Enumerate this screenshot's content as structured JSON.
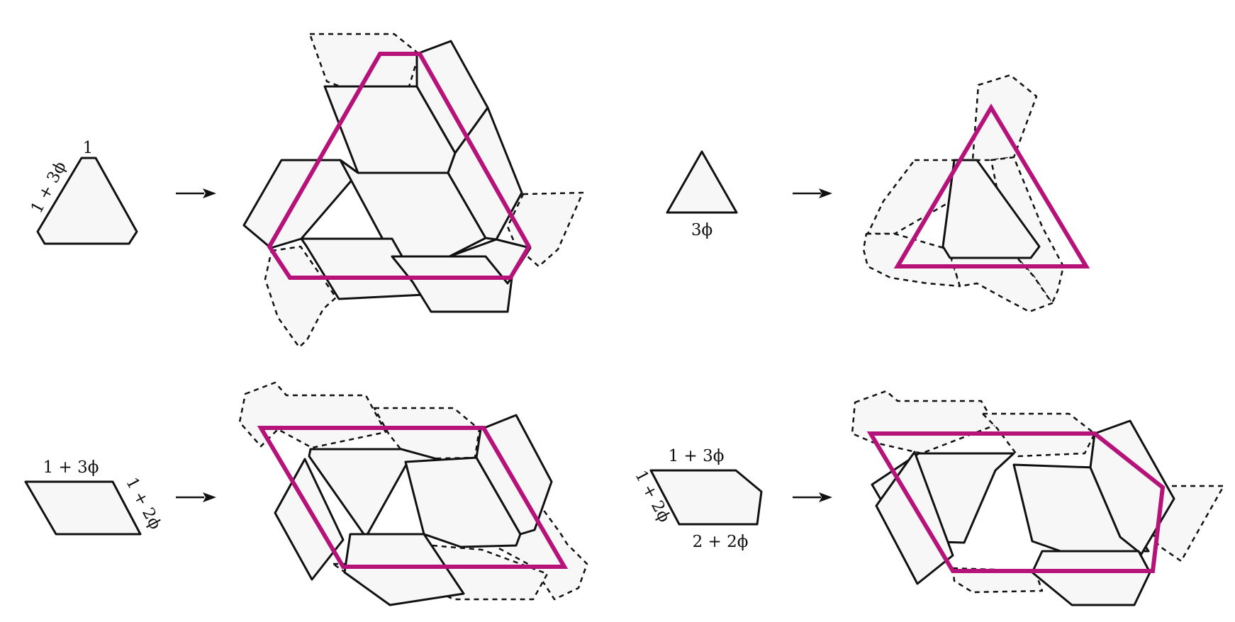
{
  "colors": {
    "outline": "#b5137a",
    "tile_fill": "#f7f7f7",
    "stroke": "#111111"
  },
  "panels": [
    {
      "name": "hex-triangle",
      "labels": {
        "short": "1",
        "long": "1 + 3ϕ"
      }
    },
    {
      "name": "small-triangle",
      "labels": {
        "side": "3ϕ"
      }
    },
    {
      "name": "parallelogram",
      "labels": {
        "top": "1 + 3ϕ",
        "side": "1 + 2ϕ"
      }
    },
    {
      "name": "pentagon",
      "labels": {
        "top": "1 + 3ϕ",
        "side": "1 + 2ϕ",
        "bottom": "2 + 2ϕ"
      }
    }
  ]
}
